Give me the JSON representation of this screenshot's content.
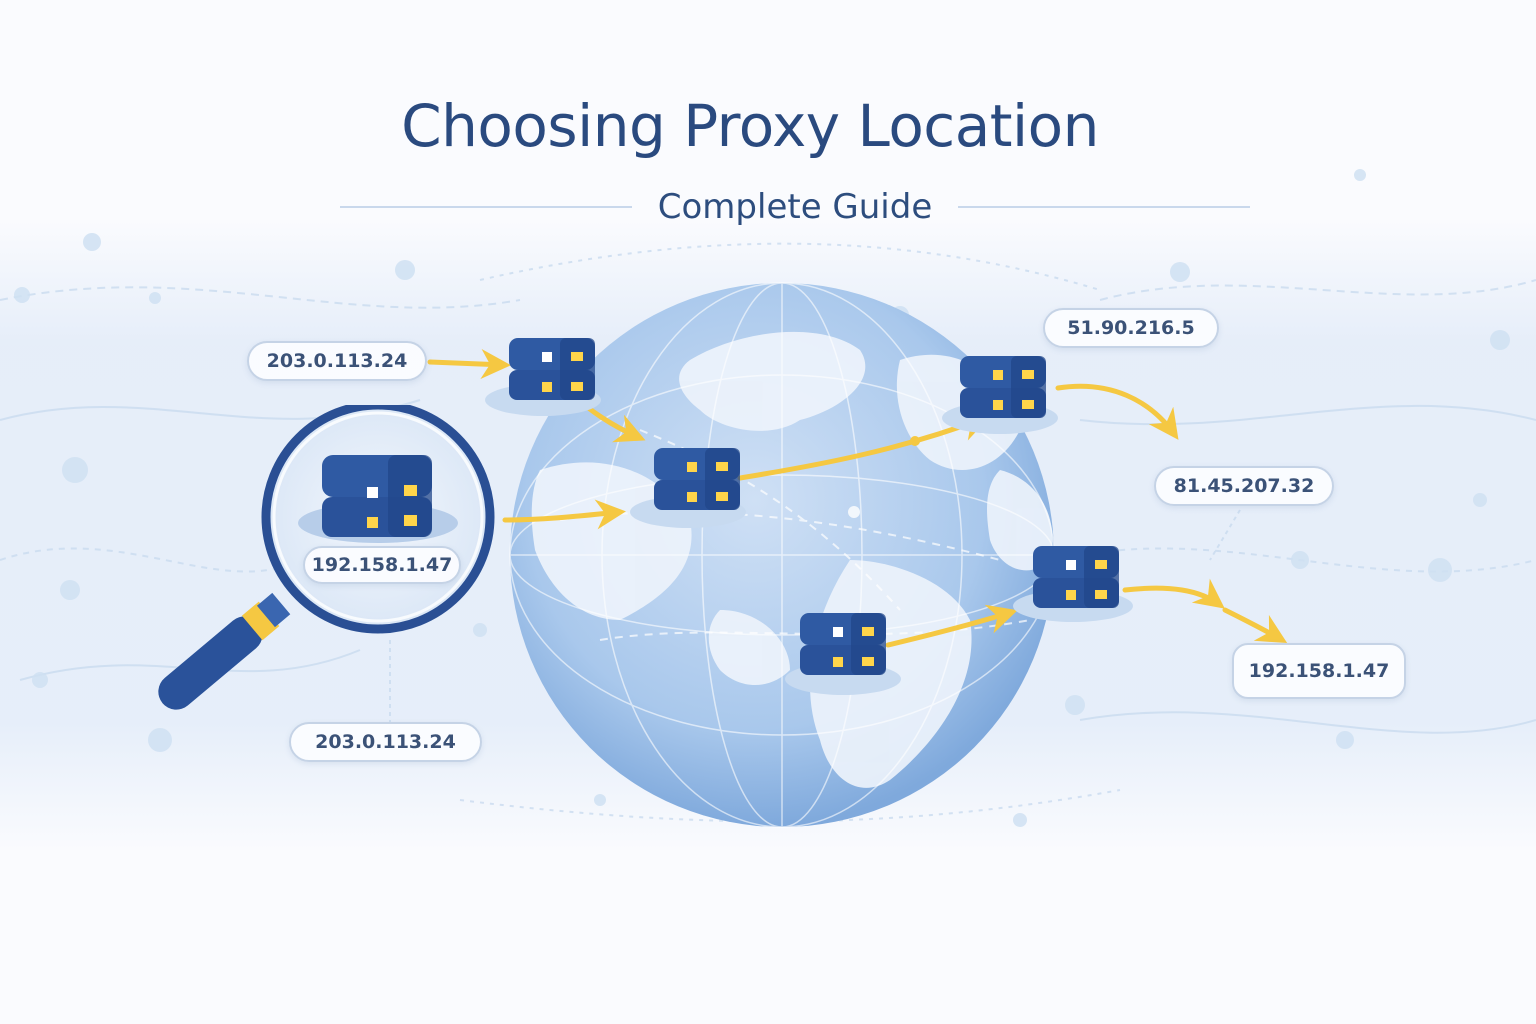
{
  "header": {
    "title": "Choosing Proxy Location",
    "subtitle": "Complete Guide"
  },
  "ip_labels": [
    {
      "id": "left-top",
      "text": "203.0.113.24"
    },
    {
      "id": "magnifier",
      "text": "192.158.1.47"
    },
    {
      "id": "left-bottom",
      "text": "203.0.113.24"
    },
    {
      "id": "right-top",
      "text": "51.90.216.5"
    },
    {
      "id": "right-middle",
      "text": "81.45.207.32"
    },
    {
      "id": "right-bottom",
      "text": "192.158.1.47"
    }
  ],
  "servers": [
    {
      "id": "server-top-left",
      "label": "proxy server"
    },
    {
      "id": "server-center",
      "label": "proxy server"
    },
    {
      "id": "server-top-right",
      "label": "proxy server"
    },
    {
      "id": "server-right",
      "label": "proxy server"
    },
    {
      "id": "server-bottom",
      "label": "proxy server"
    },
    {
      "id": "server-magnified",
      "label": "proxy server"
    }
  ],
  "icons": {
    "globe": "globe-icon",
    "server": "server-icon",
    "magnifier": "magnifying-glass-icon",
    "arrow": "arrow-icon"
  },
  "colors": {
    "title": "#2a4a7f",
    "server_body": "#2f5aa3",
    "server_dark": "#22478a",
    "server_light": "#ffd54a",
    "arrow": "#f5c842",
    "globe_ocean": "#a9c8ec",
    "globe_land": "#eef4fc",
    "pill_border": "#c5d3e6",
    "background": "#fafbfe"
  }
}
